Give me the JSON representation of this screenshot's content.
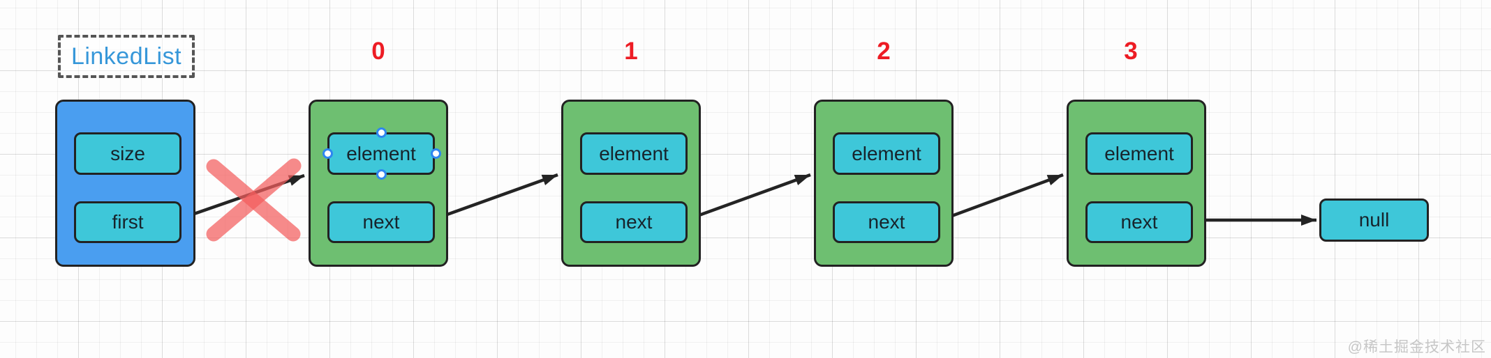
{
  "title": {
    "label": "LinkedList"
  },
  "list_object": {
    "fields": [
      {
        "label": "size"
      },
      {
        "label": "first"
      }
    ]
  },
  "nodes": [
    {
      "index_label": "0",
      "element_label": "element",
      "next_label": "next",
      "selected": true
    },
    {
      "index_label": "1",
      "element_label": "element",
      "next_label": "next",
      "selected": false
    },
    {
      "index_label": "2",
      "element_label": "element",
      "next_label": "next",
      "selected": false
    },
    {
      "index_label": "3",
      "element_label": "element",
      "next_label": "next",
      "selected": false
    }
  ],
  "terminator": {
    "label": "null"
  },
  "annotations": {
    "broken_link_cross": "red-x over arrow from first to node 0"
  },
  "watermark": {
    "text": "@稀土掘金技术社区"
  },
  "colors": {
    "object_fill": "#4a9ef0",
    "node_fill": "#6ebf71",
    "field_fill": "#3ec7d9",
    "outline": "#222222",
    "title_text": "#3697d9",
    "index_text": "#ed1c24",
    "arrow": "#242424",
    "cross_red": "#f25d5d",
    "handle_ring": "#2e86f0",
    "watermark_text": "#c6c6c6",
    "grid_line": "#ececec"
  }
}
